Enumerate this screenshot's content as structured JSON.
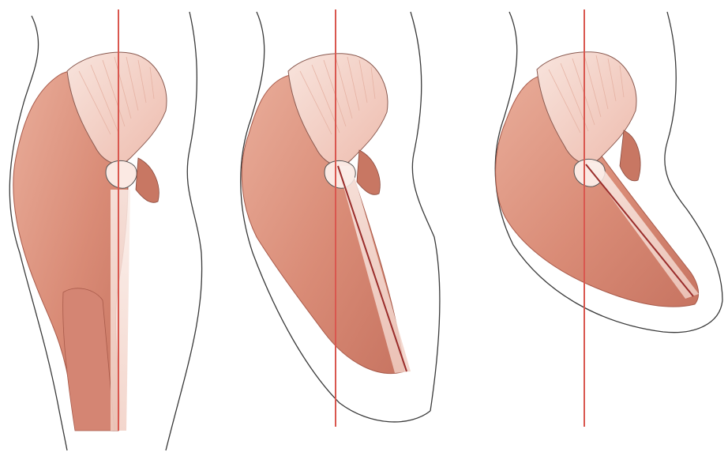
{
  "panels": [
    {
      "id": "panel-1",
      "subject": "hip-anatomy-neutral"
    },
    {
      "id": "panel-2",
      "subject": "hip-anatomy-partial-flexion"
    },
    {
      "id": "panel-3",
      "subject": "hip-anatomy-deep-flexion"
    }
  ],
  "colors": {
    "background": "#ffffff",
    "outline": "#3a3a3a",
    "pelvis_bone": "#f5d7ce",
    "pelvis_shadow": "#eebcae",
    "muscle_light": "#e7a692",
    "muscle_mid": "#d98b76",
    "muscle_dark": "#c77461",
    "tendon": "#f6e2da",
    "reference_line": "#d9574f",
    "femur_line": "#9a2d2b"
  }
}
